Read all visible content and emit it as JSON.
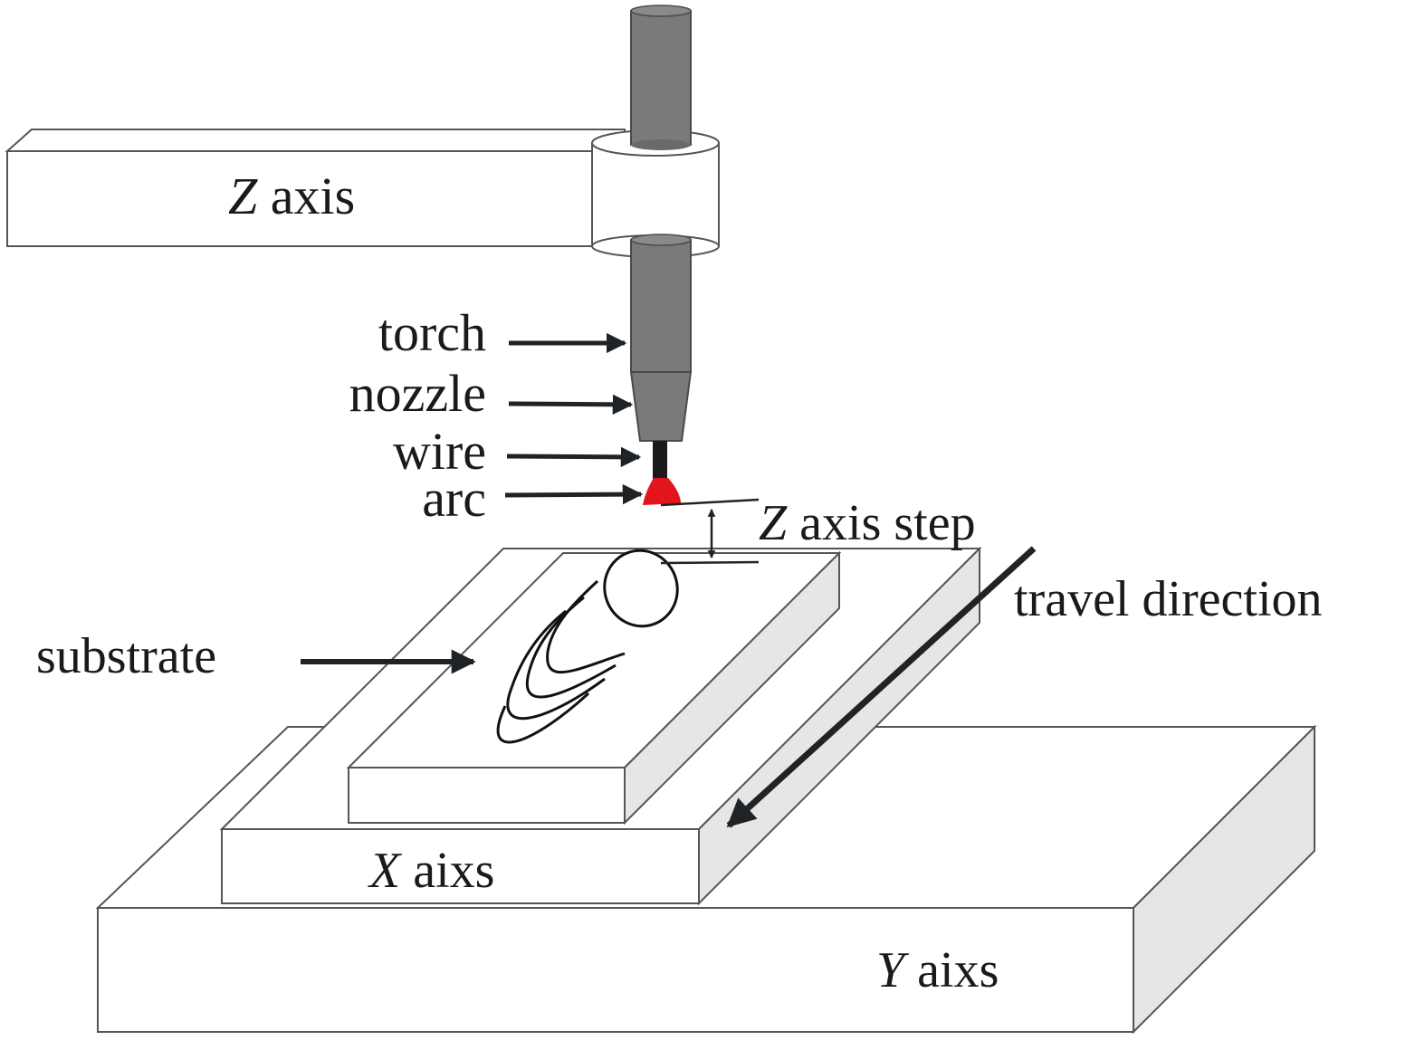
{
  "labels": {
    "z_axis": {
      "var": "Z",
      "text": " axis"
    },
    "torch": "torch",
    "nozzle": "nozzle",
    "wire": "wire",
    "arc": "arc",
    "z_axis_step": {
      "var": "Z",
      "text": " axis step"
    },
    "travel_direction": "travel direction",
    "substrate": "substrate",
    "x_axis": {
      "var": "X",
      "text": " aixs"
    },
    "y_axis": {
      "var": "Y",
      "text": " aixs"
    }
  },
  "colors": {
    "outline": "#555555",
    "face_light": "#ffffff",
    "face_side": "#e6e6e6",
    "torch_gray": "#7a7a7a",
    "wire_black": "#1a1a1a",
    "arc_red": "#e3141b",
    "arrow": "#1f2326",
    "bead_line": "#111111"
  }
}
